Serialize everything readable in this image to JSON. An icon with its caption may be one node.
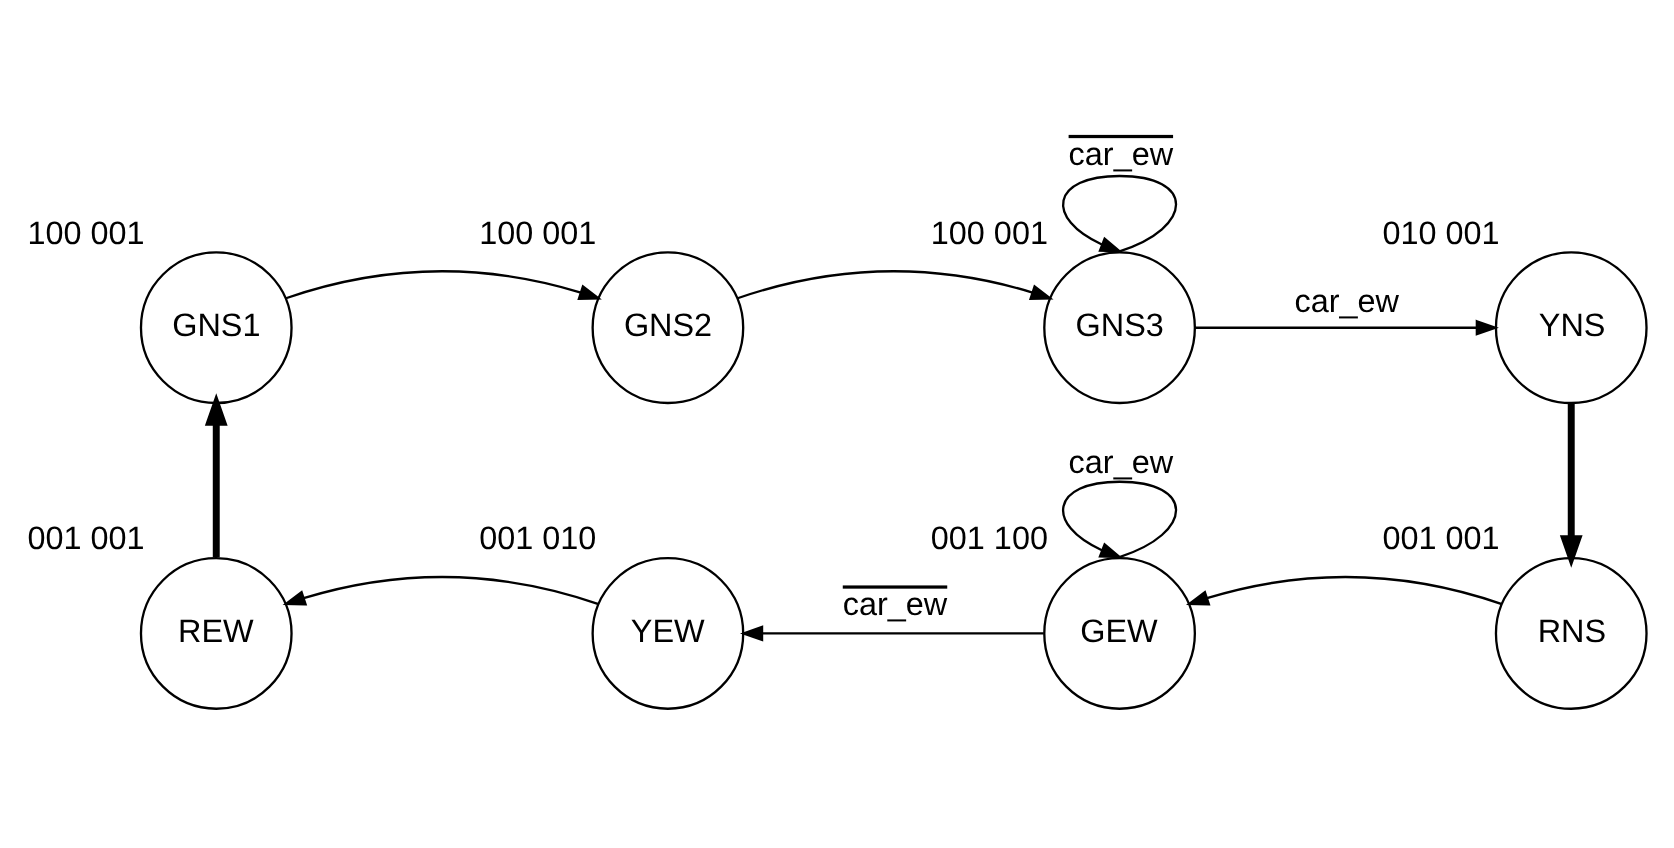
{
  "diagram": {
    "nodes": [
      {
        "text": [
          "GNS1"
        ],
        "beside": [
          "100 001"
        ]
      },
      {
        "text": [
          "GNS2"
        ],
        "beside": [
          "100 001"
        ]
      },
      {
        "text": [
          "GNS3"
        ],
        "beside": [
          "100 001"
        ]
      },
      {
        "text": [
          "YNS"
        ],
        "beside": [
          "010 001"
        ]
      },
      {
        "text": [
          "RNS"
        ],
        "beside": [
          "001 001"
        ]
      },
      {
        "text": [
          "GEW"
        ],
        "beside": [
          "001 100"
        ]
      },
      {
        "text": [
          "YEW"
        ],
        "beside": [
          "001 010"
        ]
      },
      {
        "text": [
          "REW"
        ],
        "beside": [
          "001 001"
        ]
      }
    ],
    "edges": [
      {
        "from": 0,
        "to": 1,
        "arrow": "to"
      },
      {
        "from": 1,
        "to": 2,
        "arrow": "to"
      },
      {
        "from": 2,
        "to": 2,
        "arrow": "to",
        "label": "car_ew"
      },
      {
        "from": 2,
        "to": 3,
        "arrow": "to",
        "label": "car_ew"
      },
      {
        "from": 3,
        "to": 4,
        "arrow": "to",
        "style": "thick"
      },
      {
        "from": 4,
        "to": 5,
        "arrow": "to"
      },
      {
        "from": 5,
        "to": 5,
        "arrow": "to",
        "label": "car_ew"
      },
      {
        "from": 5,
        "to": 6,
        "arrow": "to",
        "label": "car_ew"
      },
      {
        "from": 6,
        "to": 7,
        "arrow": "to"
      },
      {
        "from": 7,
        "to": 0,
        "arrow": "to",
        "style": "thick"
      }
    ]
  }
}
